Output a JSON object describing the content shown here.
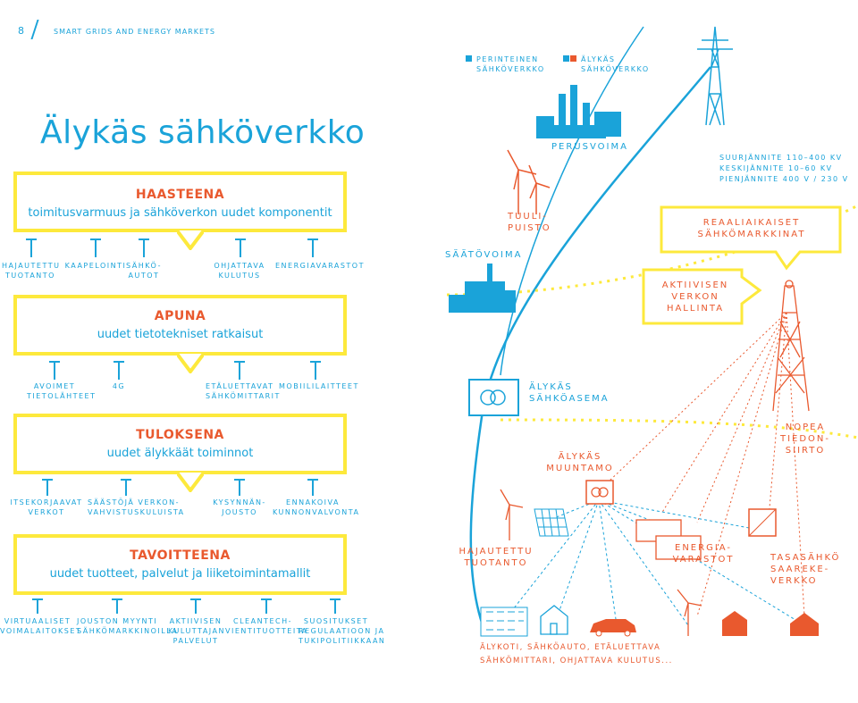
{
  "header": {
    "page_number": "8",
    "section": "SMART GRIDS AND ENERGY MARKETS"
  },
  "legend": {
    "traditional_line1": "PERINTEINEN",
    "traditional_line2": "SÄHKÖVERKKO",
    "smart_line1": "ÄLYKÄS",
    "smart_line2": "SÄHKÖVERKKO"
  },
  "title": "Älykäs sähköverkko",
  "voltages": {
    "high": "SUURJÄNNITE 110–400 KV",
    "medium": "KESKIJÄNNITE 10–60 KV",
    "low": "PIENJÄNNITE 400 V / 230 V"
  },
  "boxes": {
    "challenges": {
      "title": "HAASTEENA",
      "subtitle": "toimitusvarmuus ja sähköverkon uudet komponentit"
    },
    "help": {
      "title": "APUNA",
      "subtitle": "uudet tietotekniset ratkaisut"
    },
    "results": {
      "title": "TULOKSENA",
      "subtitle": "uudet älykkäät toiminnot"
    },
    "goals": {
      "title": "TAVOITTEENA",
      "subtitle": "uudet tuotteet, palvelut ja liiketoimintamallit"
    }
  },
  "row1": {
    "a1": "HAJAUTETTU",
    "a2": "TUOTANTO",
    "b1": "KAAPELOINTI",
    "c1": "SÄHKÖ-",
    "c2": "AUTOT",
    "d1": "OHJATTAVA",
    "d2": "KULUTUS",
    "e1": "ENERGIAVARASTOT"
  },
  "row2": {
    "a1": "AVOIMET",
    "a2": "TIETOLÄHTEET",
    "b1": "4G",
    "c1": "ETÄLUETTAVAT",
    "c2": "SÄHKÖMITTARIT",
    "d1": "MOBIILILAITTEET"
  },
  "row3": {
    "a1": "ITSEKORJAAVAT",
    "a2": "VERKOT",
    "b1": "SÄÄSTÖJÄ VERKON-",
    "b2": "VAHVISTUSKULUISTA",
    "c1": "KYSYNNÄN-",
    "c2": "JOUSTO",
    "d1": "ENNAKOIVA",
    "d2": "KUNNONVALVONTA"
  },
  "row4": {
    "a1": "VIRTUAALISET",
    "a2": "VOIMALAITOKSET",
    "b1": "JOUSTON MYYNTI",
    "b2": "SÄHKÖMARKKINOILLA",
    "c1": "AKTIIVISEN",
    "c2": "KULUTTAJAN",
    "c3": "PALVELUT",
    "d1": "CLEANTECH-",
    "d2": "VIENTITUOTTEITA",
    "e1": "SUOSITUKSET",
    "e2": "REGULAATIOON JA",
    "e3": "TUKIPOLITIIKKAAN"
  },
  "scene": {
    "baseload": "PERUSVOIMA",
    "wind1": "TUULI-",
    "wind2": "PUISTO",
    "regulating": "SÄÄTÖVOIMA",
    "market1": "REAALIAIKAISET",
    "market2": "SÄHKÖMARKKINAT",
    "active1": "AKTIIVISEN",
    "active2": "VERKON",
    "active3": "HALLINTA",
    "substation1": "ÄLYKÄS",
    "substation2": "SÄHKÖASEMA",
    "comm1": "NOPEA",
    "comm2": "TIEDON-",
    "comm3": "SIIRTO",
    "transformer1": "ÄLYKÄS",
    "transformer2": "MUUNTAMO",
    "distgen1": "HAJAUTETTU",
    "distgen2": "TUOTANTO",
    "storage1": "ENERGIA-",
    "storage2": "VARASTOT",
    "dc1": "TASASÄHKÖ",
    "dc2": "SAAREKE-",
    "dc3": "VERKKO",
    "consumer1": "ÄLYKOTI, SÄHKÖAUTO, ETÄLUETTAVA",
    "consumer2": "SÄHKÖMITTARI, OHJATTAVA KULUTUS..."
  },
  "colors": {
    "blue": "#1aa3d9",
    "orange": "#e9592e",
    "yellow": "#fde93c"
  }
}
